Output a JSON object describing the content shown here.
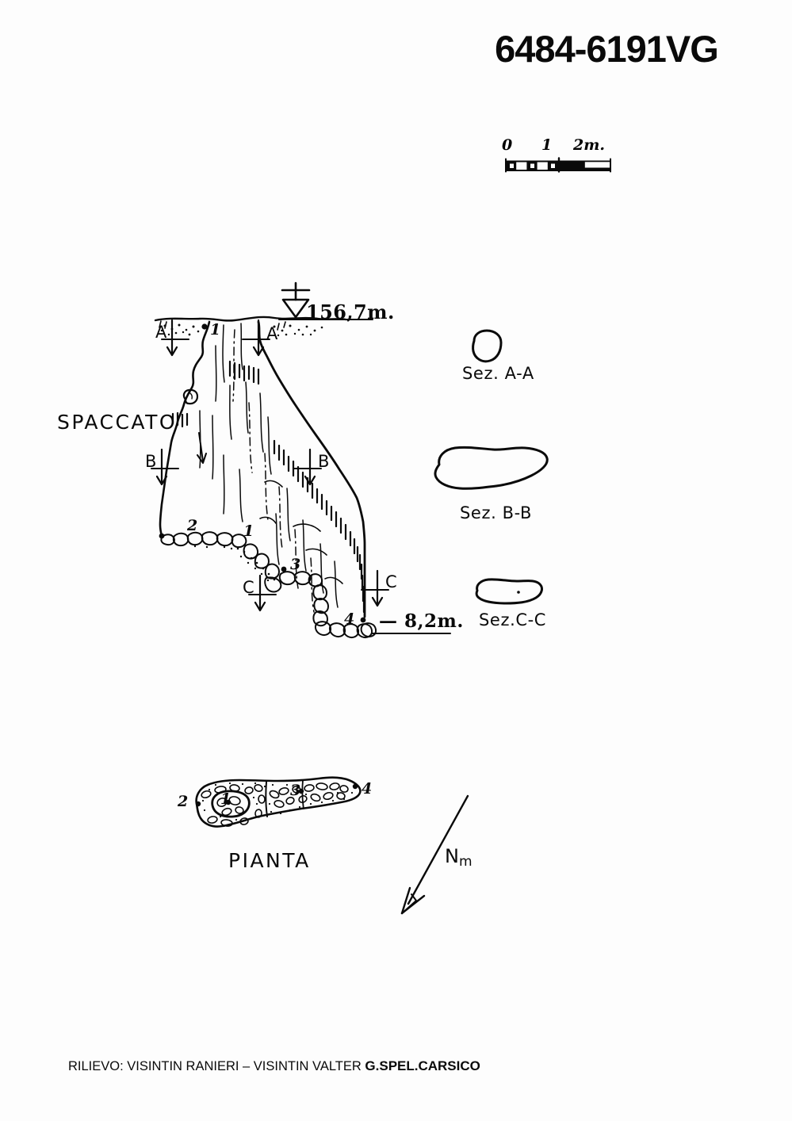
{
  "document": {
    "type": "cave-survey-sheet",
    "cave_id": "6484-6191VG"
  },
  "title": "6484-6191VG",
  "scale_bar": {
    "labels": [
      "0",
      "1",
      "2m."
    ],
    "unit": "m",
    "segments": 2
  },
  "profile": {
    "label": "SPACCATO",
    "altitude_label": "156,7m.",
    "depth_label": "— 8,2m.",
    "section_cuts": [
      {
        "name": "A",
        "left_label": "A",
        "right_label": "A"
      },
      {
        "name": "B",
        "left_label": "B",
        "right_label": "B"
      },
      {
        "name": "C",
        "left_label": "C",
        "right_label": "C"
      }
    ],
    "stations": [
      "1",
      "2",
      "1",
      "3",
      "4"
    ],
    "station_entrance": "1",
    "station_left_ledge": "2",
    "station_mid": "1",
    "station_step": "3",
    "station_bottom": "4"
  },
  "sections": [
    {
      "id": "aa",
      "label": "Sez. A-A"
    },
    {
      "id": "bb",
      "label": "Sez. B-B"
    },
    {
      "id": "cc",
      "label": "Sez.C-C"
    }
  ],
  "plan": {
    "label": "PIANTA",
    "stations": [
      "2",
      "1",
      "3",
      "4"
    ],
    "station_left": "2",
    "station_entrance": "1",
    "station_mid": "3",
    "station_right": "4"
  },
  "north_arrow": {
    "label": "N",
    "subscript": "m",
    "type": "magnetic-north"
  },
  "footer": {
    "survey_prefix": "RILIEVO: VISINTIN RANIERI – VISINTIN VALTER",
    "group": "G.SPEL.CARSICO"
  },
  "colors": {
    "ink": "#0a0a0a",
    "paper": "#fdfdfd"
  }
}
